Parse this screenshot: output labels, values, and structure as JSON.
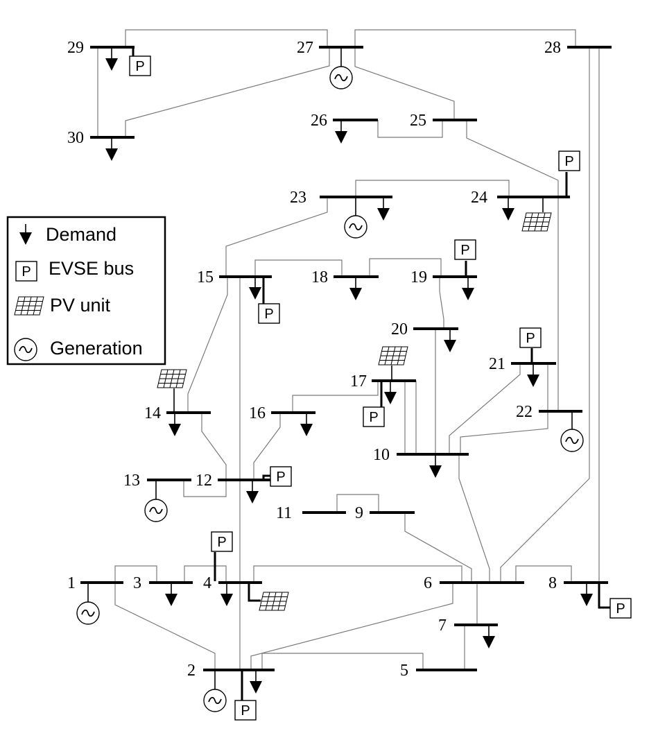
{
  "legend": {
    "demand": "Demand",
    "evse": "EVSE bus",
    "pv": "PV unit",
    "generation": "Generation",
    "evse_symbol": "P"
  },
  "buses": {
    "b1": "1",
    "b2": "2",
    "b3": "3",
    "b4": "4",
    "b5": "5",
    "b6": "6",
    "b7": "7",
    "b8": "8",
    "b9": "9",
    "b10": "10",
    "b11": "11",
    "b12": "12",
    "b13": "13",
    "b14": "14",
    "b15": "15",
    "b16": "16",
    "b17": "17",
    "b18": "18",
    "b19": "19",
    "b20": "20",
    "b21": "21",
    "b22": "22",
    "b23": "23",
    "b24": "24",
    "b25": "25",
    "b26": "26",
    "b27": "27",
    "b28": "28",
    "b29": "29",
    "b30": "30"
  },
  "evse_label": "P"
}
